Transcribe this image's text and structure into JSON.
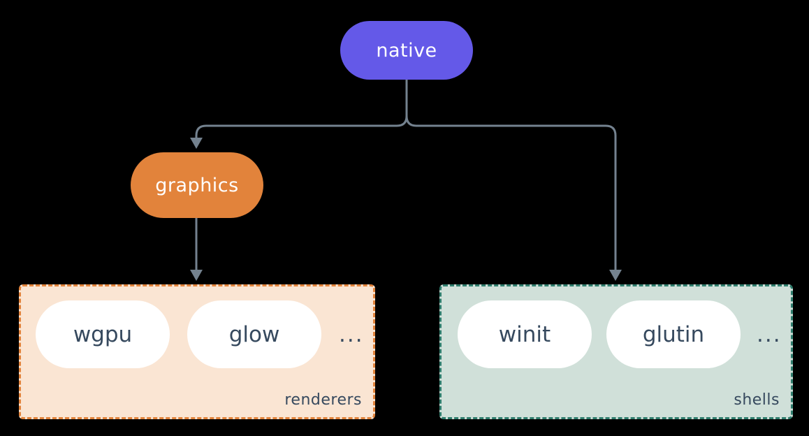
{
  "diagram": {
    "background_color": "#000000",
    "connector_color": "#74828F",
    "nodes": {
      "native": {
        "label": "native",
        "fill": "#6459E8",
        "text_color": "#FFFFFF"
      },
      "graphics": {
        "label": "graphics",
        "fill": "#E2833B",
        "text_color": "#FFFFFF"
      }
    },
    "groups": {
      "renderers": {
        "label": "renderers",
        "fill": "#FAE5D3",
        "border_color": "#E2833B",
        "label_color": "#36495E",
        "items": [
          {
            "label": "wgpu"
          },
          {
            "label": "glow"
          }
        ],
        "ellipsis": "...",
        "item_fill": "#FFFFFF",
        "item_text_color": "#36495E"
      },
      "shells": {
        "label": "shells",
        "fill": "#D0E0D9",
        "border_color": "#2F7D6D",
        "label_color": "#36495E",
        "items": [
          {
            "label": "winit"
          },
          {
            "label": "glutin"
          }
        ],
        "ellipsis": "...",
        "item_fill": "#FFFFFF",
        "item_text_color": "#36495E"
      }
    },
    "edges": [
      {
        "from": "native",
        "to": "graphics"
      },
      {
        "from": "native",
        "to": "shells"
      },
      {
        "from": "graphics",
        "to": "renderers"
      }
    ]
  }
}
